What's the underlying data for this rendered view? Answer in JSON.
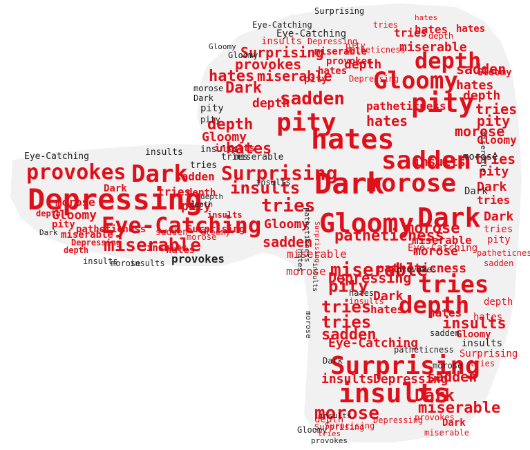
{
  "title": "",
  "colors": {
    "accent": "#e0101a",
    "accent_dark": "#c00810",
    "text_dark": "#222222",
    "text_gray": "#777777",
    "shape_fill": "#f1f1f1"
  },
  "words": [
    "Depressing",
    "Eye-Catching",
    "miserable",
    "provokes",
    "Dark",
    "Gloomy",
    "morose",
    "pity",
    "hates",
    "sadden",
    "depth",
    "Surprising",
    "insults",
    "tries",
    "patheticness"
  ]
}
